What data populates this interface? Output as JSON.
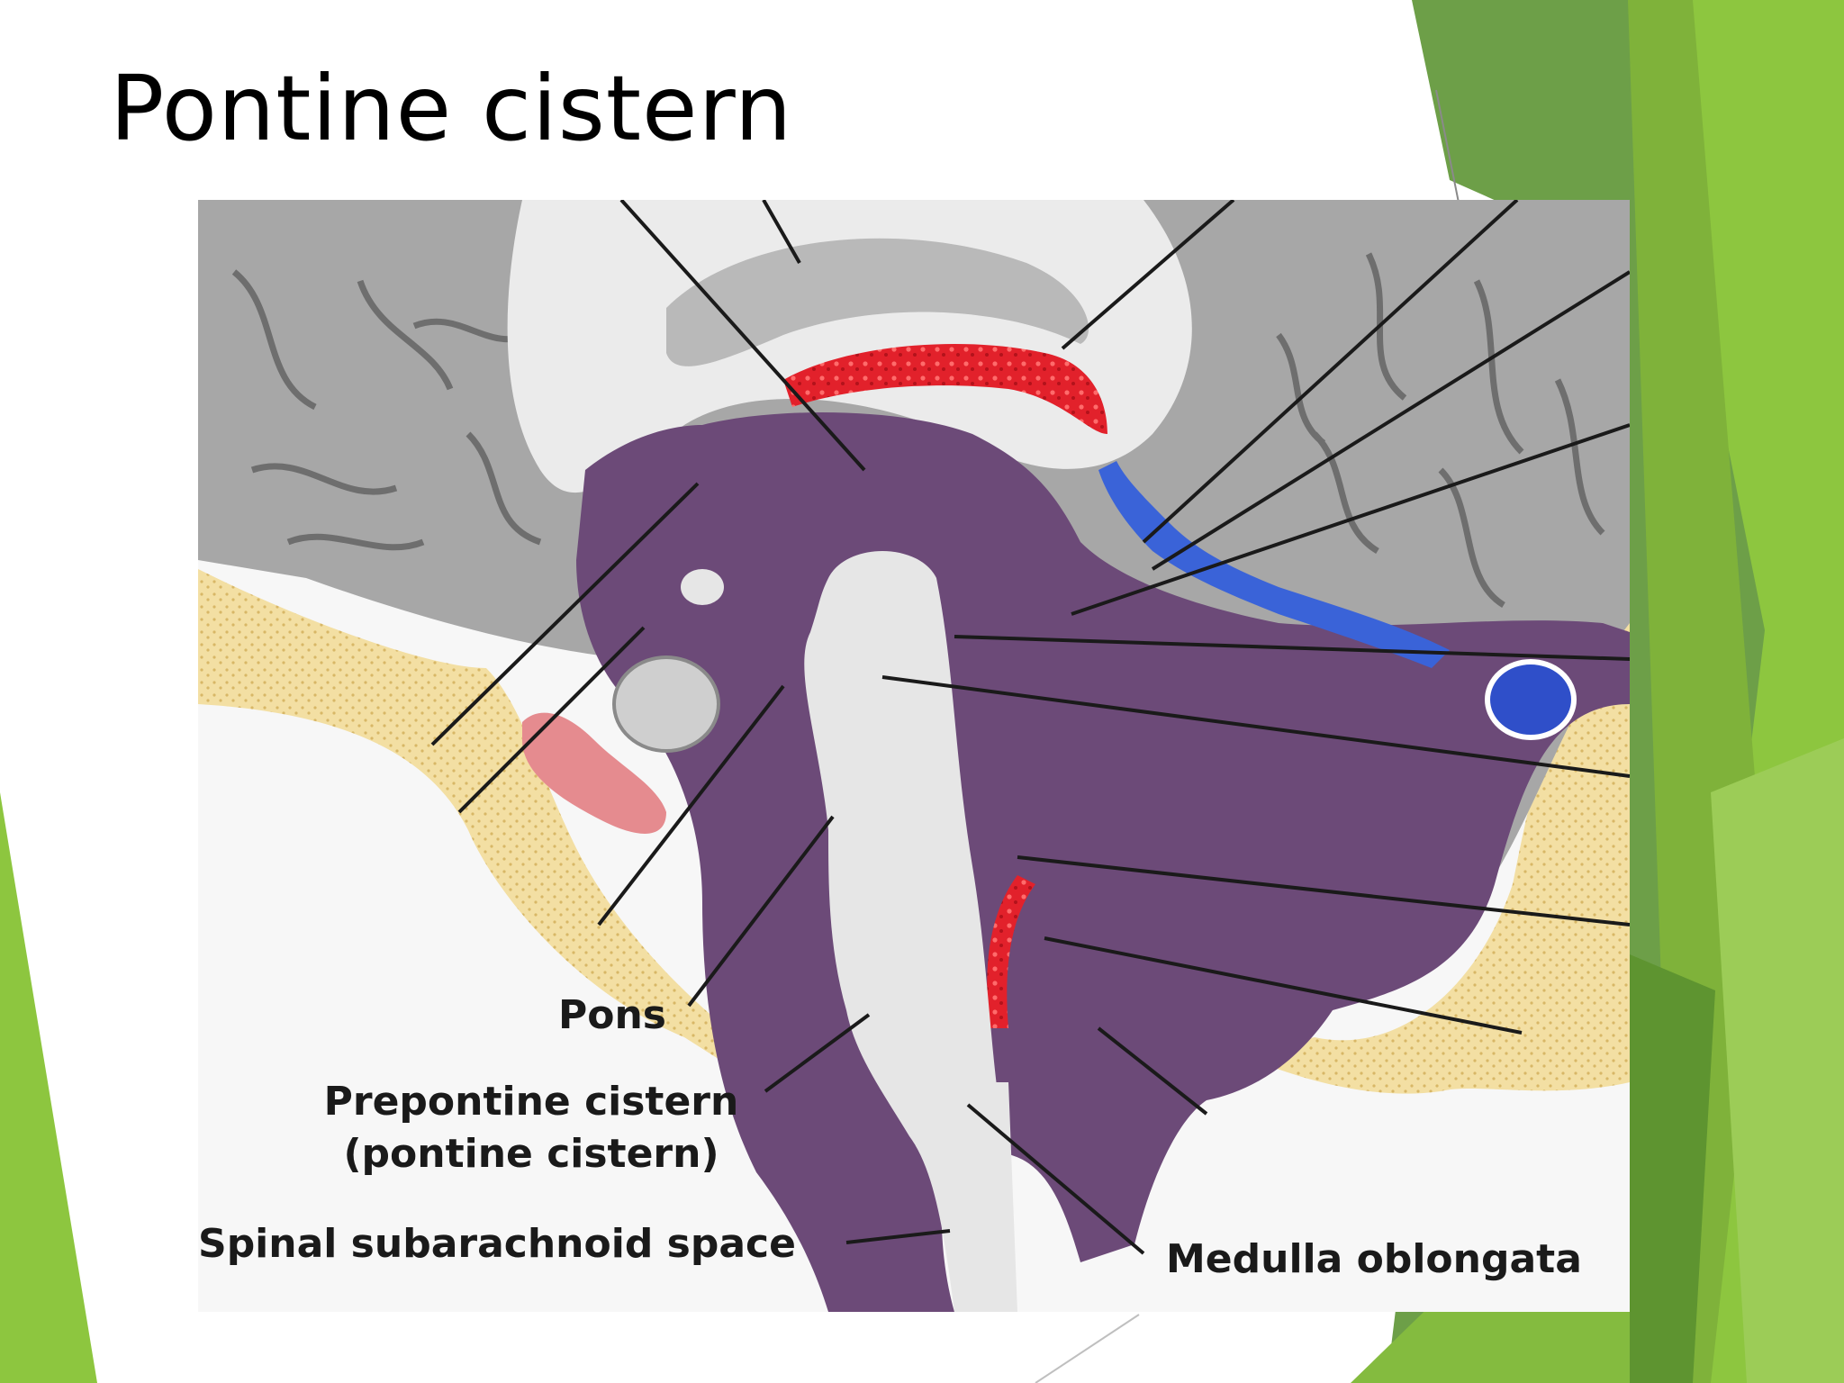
{
  "slide": {
    "title": "Pontine cistern"
  },
  "figure": {
    "labels": {
      "pons": "Pons",
      "prepontine_line1": "Prepontine cistern",
      "prepontine_line2": "(pontine cistern)",
      "spinal": "Spinal subarachnoid space",
      "medulla": "Medulla oblongata"
    }
  },
  "colors": {
    "theme_green": "#8dc63f",
    "theme_dark_green": "#6a9e3c",
    "csf_purple": "#6c4a78",
    "cortex_gray": "#a7a7a7",
    "brain_light": "#e6e6e6",
    "bone_yellow": "#f3dfa3",
    "vessel_red": "#e2212b",
    "vessel_blue": "#3a63d8"
  }
}
